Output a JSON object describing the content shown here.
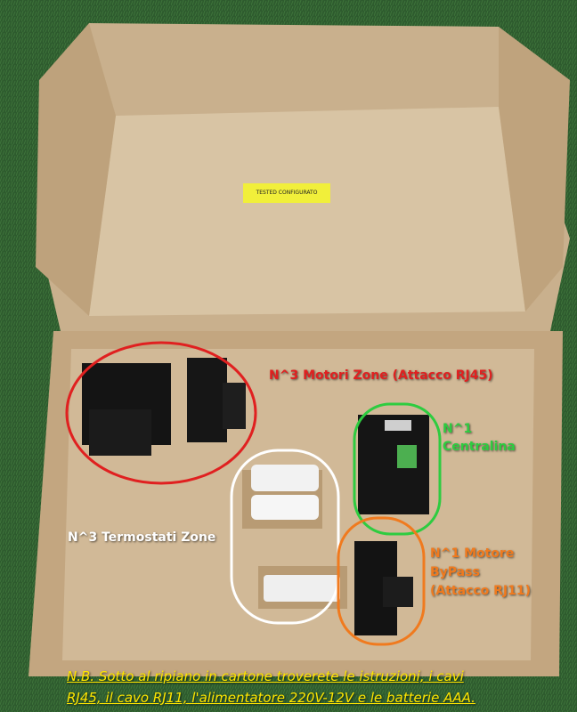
{
  "photo": {
    "sticker_text": "TESTED CONFIGURATO",
    "colors": {
      "grass": "#2f5a2f",
      "cardboard": "#cdb594",
      "red": "#e02020",
      "green": "#2ecc40",
      "white": "#ffffff",
      "orange": "#f07a1e",
      "yellow": "#ffe600"
    }
  },
  "labels": {
    "motors": "N^3 Motori Zone (Attacco RJ45)",
    "centralina_line1": "N^1",
    "centralina_line2": "Centralina",
    "termostati": "N^3 Termostati Zone",
    "bypass_line1": "N^1 Motore",
    "bypass_line2": "ByPass",
    "bypass_line3": "(Attacco RJ11)"
  },
  "note": {
    "line1": "N.B. Sotto al ripiano in cartone troverete le istruzioni, i cavi",
    "line2": "RJ45, il cavo RJ11, l'alimentatore 220V-12V e le batterie AAA."
  }
}
